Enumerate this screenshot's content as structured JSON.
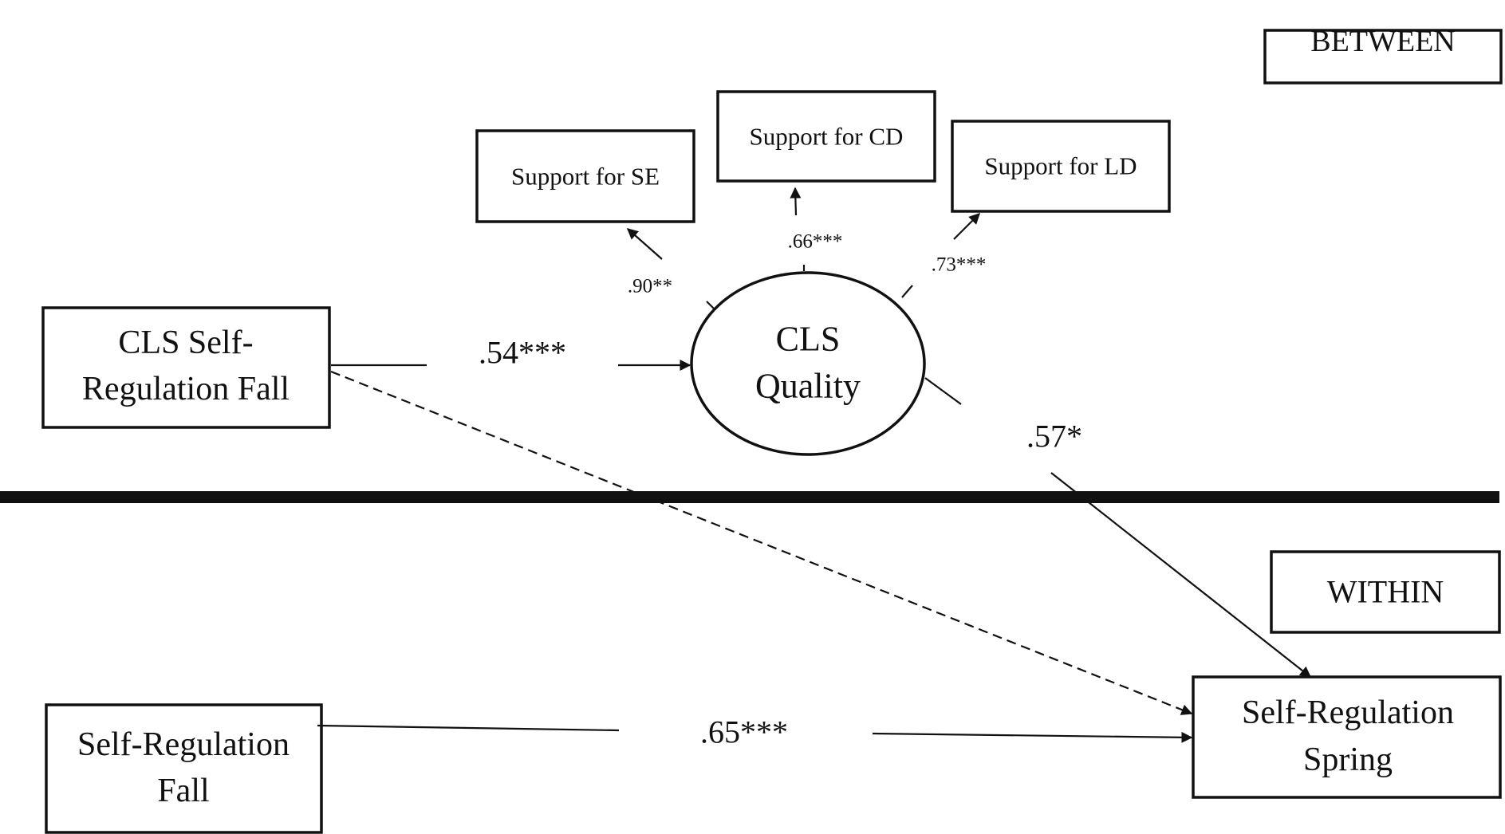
{
  "levels": {
    "between": "BETWEEN",
    "within": "WITHIN"
  },
  "nodes": {
    "cls_self_regulation_fall": [
      "CLS Self-",
      "Regulation Fall"
    ],
    "cls_quality": [
      "CLS",
      "Quality"
    ],
    "support_se": "Support for SE",
    "support_cd": "Support for CD",
    "support_ld": "Support for LD",
    "self_regulation_fall": [
      "Self-Regulation",
      "Fall"
    ],
    "self_regulation_spring": [
      "Self-Regulation",
      "Spring"
    ]
  },
  "coefficients": {
    "cls_fall_to_quality": ".54***",
    "quality_to_spring": ".57*",
    "fall_to_spring": ".65***",
    "quality_to_se": ".90**",
    "quality_to_cd": ".66***",
    "quality_to_ld": ".73***"
  }
}
